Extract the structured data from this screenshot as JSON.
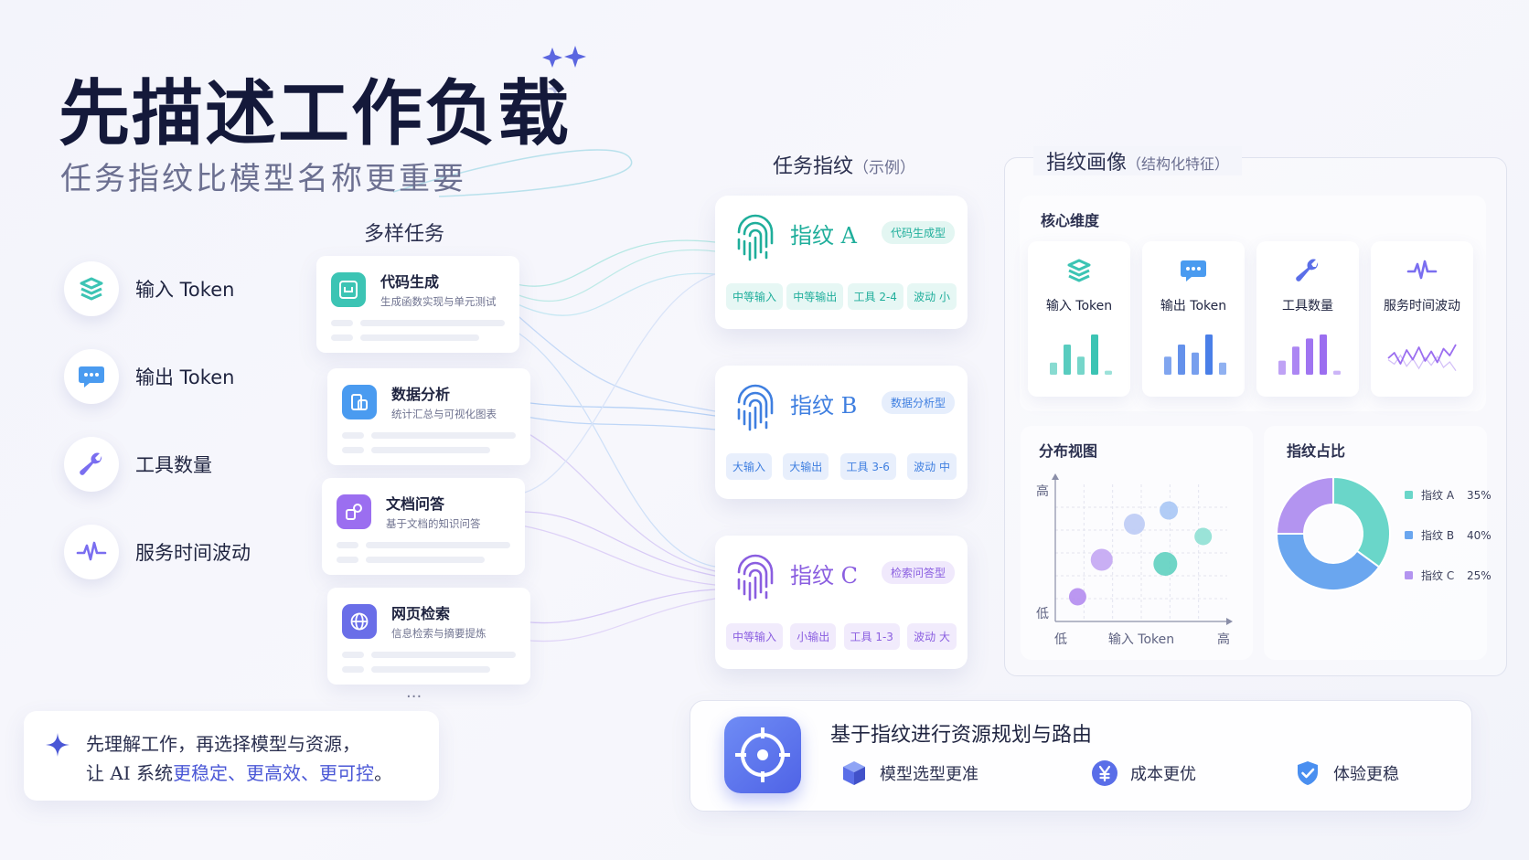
{
  "title": "先描述工作负载",
  "subtitle": "任务指纹比模型名称更重要",
  "features": [
    {
      "label": "输入 Token",
      "icon": "layers-icon"
    },
    {
      "label": "输出 Token",
      "icon": "chat-bubble-icon"
    },
    {
      "label": "工具数量",
      "icon": "wrench-icon"
    },
    {
      "label": "服务时间波动",
      "icon": "pulse-icon"
    }
  ],
  "tasks": {
    "title": "多样任务",
    "more": "···",
    "items": [
      {
        "name": "代码生成",
        "desc": "生成函数实现与单元测试",
        "icon": "code-icon",
        "color": "#3cc4b4"
      },
      {
        "name": "数据分析",
        "desc": "统计汇总与可视化图表",
        "icon": "chart-icon",
        "color": "#4a9bf0"
      },
      {
        "name": "文档问答",
        "desc": "基于文档的知识问答",
        "icon": "document-icon",
        "color": "#9b6ef0"
      },
      {
        "name": "网页检索",
        "desc": "信息检索与摘要提炼",
        "icon": "globe-icon",
        "color": "#6a6ee8"
      }
    ]
  },
  "fingerprints": {
    "title": "任务指纹",
    "title_note": "（示例）",
    "items": [
      {
        "name": "指纹 A",
        "type": "代码生成型",
        "color": "#1fae9b",
        "chips": [
          "中等输入",
          "中等输出",
          "工具 2-4",
          "波动 小"
        ]
      },
      {
        "name": "指纹 B",
        "type": "数据分析型",
        "color": "#3f7fe0",
        "chips": [
          "大输入",
          "大输出",
          "工具 3-6",
          "波动 中"
        ]
      },
      {
        "name": "指纹 C",
        "type": "检索问答型",
        "color": "#8a5ee0",
        "chips": [
          "中等输入",
          "小输出",
          "工具 1-3",
          "波动 大"
        ]
      }
    ]
  },
  "profile": {
    "title": "指纹画像",
    "title_note": "（结构化特征）",
    "core_title": "核心维度",
    "dimensions": [
      {
        "label": "输入 Token",
        "icon": "layers-icon",
        "color": "#3cc4b4"
      },
      {
        "label": "输出 Token",
        "icon": "chat-bubble-icon",
        "color": "#4a9bf0"
      },
      {
        "label": "工具数量",
        "icon": "wrench-icon",
        "color": "#5a6ee8"
      },
      {
        "label": "服务时间波动",
        "icon": "pulse-icon",
        "color": "#9b6ef0"
      }
    ],
    "distribution_title": "分布视图",
    "share_title": "指纹占比"
  },
  "chart_data": [
    {
      "type": "scatter",
      "title": "分布视图",
      "xlabel": "输入 Token",
      "ylabel": "",
      "x_tick_labels": [
        "低",
        "高"
      ],
      "y_tick_labels": [
        "低",
        "高"
      ],
      "xlim": [
        0,
        1
      ],
      "ylim": [
        0,
        1
      ],
      "grid": true,
      "points": [
        {
          "x": 0.13,
          "y": 0.18,
          "size": 0.35,
          "color": "#b48cf0"
        },
        {
          "x": 0.27,
          "y": 0.45,
          "size": 0.6,
          "color": "#c3a6f3"
        },
        {
          "x": 0.46,
          "y": 0.71,
          "size": 0.55,
          "color": "#bccbf5"
        },
        {
          "x": 0.66,
          "y": 0.81,
          "size": 0.4,
          "color": "#a9c6f5"
        },
        {
          "x": 0.64,
          "y": 0.42,
          "size": 0.7,
          "color": "#5fd0c0"
        },
        {
          "x": 0.86,
          "y": 0.62,
          "size": 0.35,
          "color": "#8fe0d4"
        }
      ]
    },
    {
      "type": "pie",
      "title": "指纹占比",
      "legend": "right",
      "labels": [
        "指纹 A",
        "指纹 B",
        "指纹 C"
      ],
      "values": [
        35,
        40,
        25
      ],
      "display": [
        "35%",
        "40%",
        "25%"
      ],
      "colors": [
        "#6ad6c9",
        "#6aa6ef",
        "#b394f0"
      ]
    },
    {
      "type": "bar",
      "values": [
        0.3,
        0.75,
        0.45,
        1.0,
        0.1
      ],
      "color": "#3cc4b4"
    },
    {
      "type": "bar",
      "values": [
        0.45,
        0.75,
        0.55,
        1.0,
        0.3
      ],
      "color": "#4a7fe8"
    },
    {
      "type": "bar",
      "values": [
        0.35,
        0.7,
        0.9,
        1.0,
        0.1
      ],
      "color": "#9b6ef0"
    },
    {
      "type": "line",
      "values": [
        0.4,
        0.6,
        0.2,
        0.7,
        0.35,
        0.8,
        0.3,
        0.65,
        0.25,
        0.75,
        0.5,
        0.9
      ],
      "color": "#9b6ef0"
    }
  ],
  "quote": {
    "line1": "先理解工作，再选择模型与资源，",
    "line2_prefix": "让 AI 系统",
    "line2_hl": "更稳定、更高效、更可控",
    "line2_suffix": "。"
  },
  "routing": {
    "title": "基于指纹进行资源规划与路由",
    "benefits": [
      {
        "label": "模型选型更准",
        "icon": "cube-icon"
      },
      {
        "label": "成本更优",
        "icon": "yen-coin-icon"
      },
      {
        "label": "体验更稳",
        "icon": "shield-check-icon"
      }
    ]
  },
  "colors": {
    "accent": "#4a57d6",
    "teal": "#3cc4b4",
    "blue": "#4a9bf0",
    "purple": "#9b6ef0"
  }
}
